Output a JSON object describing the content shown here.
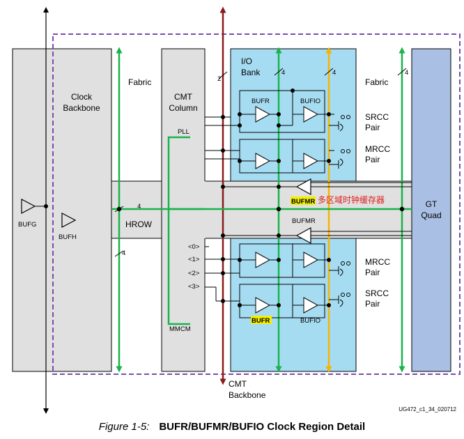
{
  "labels": {
    "clock_backbone": [
      "Clock",
      "Backbone"
    ],
    "fabric_left": "Fabric",
    "fabric_right": "Fabric",
    "cmt_column": [
      "CMT",
      "Column"
    ],
    "pll": "PLL",
    "mmcm": "MMCM",
    "io_bank": [
      "I/O",
      "Bank"
    ],
    "gt_quad": [
      "GT",
      "Quad"
    ],
    "bufg": "BUFG",
    "bufh": "BUFH",
    "hrow": "HROW",
    "bufr_top": "BUFR",
    "bufio_top": "BUFIO",
    "bufr_bottom": "BUFR",
    "bufio_bottom": "BUFIO",
    "bufmr_top": "BUFMR",
    "bufmr_bottom": "BUFMR",
    "chinese_note": "多区域时钟缓存器",
    "srcc_top": [
      "SRCC",
      "Pair"
    ],
    "mrcc_top": [
      "MRCC",
      "Pair"
    ],
    "mrcc_bottom": [
      "MRCC",
      "Pair"
    ],
    "srcc_bottom": [
      "SRCC",
      "Pair"
    ],
    "cmt_backbone": [
      "CMT",
      "Backbone"
    ],
    "bus_4": "4",
    "bus_2": "2",
    "port_0": "<0>",
    "port_1": "<1>",
    "port_2": "<2>",
    "port_3": "<3>",
    "doc_id": "UG472_c1_34_020712"
  },
  "caption": {
    "number": "Figure 1-5:",
    "title": "BUFR/BUFMR/BUFIO Clock Region Detail"
  },
  "colors": {
    "green": "#19b34a",
    "dark_red": "#8b1a1a",
    "yellow": "#f5b400",
    "io_bank_fill": "#a6dcf2",
    "gt_fill": "#a9c0e4",
    "column_fill": "#e0e0e0",
    "highlight": "#f4f000",
    "region_border": "#7a4bb0"
  }
}
